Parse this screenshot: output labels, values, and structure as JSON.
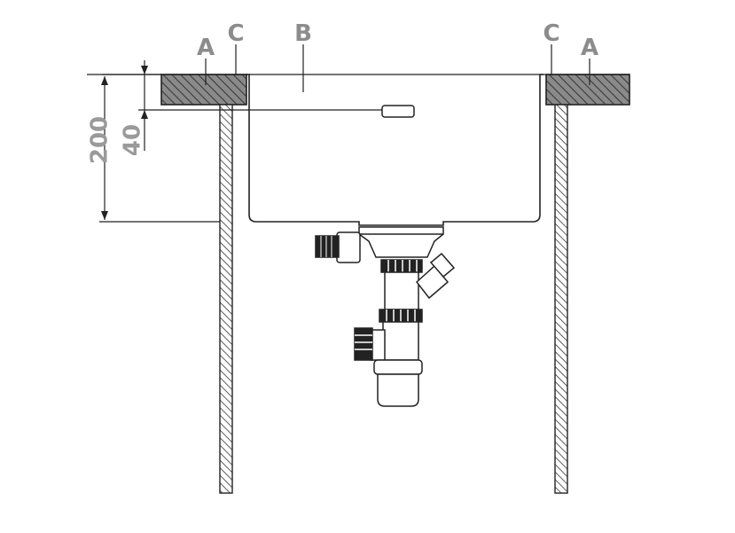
{
  "labels": {
    "counter_left": "A",
    "counter_right": "A",
    "gap_left": "C",
    "gap_right": "C",
    "sink": "B"
  },
  "dimensions": {
    "total_depth": "200",
    "top_offset": "40"
  },
  "colors": {
    "label": "#8c8c8c",
    "line": "#222222",
    "hatch_fill": "#7a7a7a"
  }
}
